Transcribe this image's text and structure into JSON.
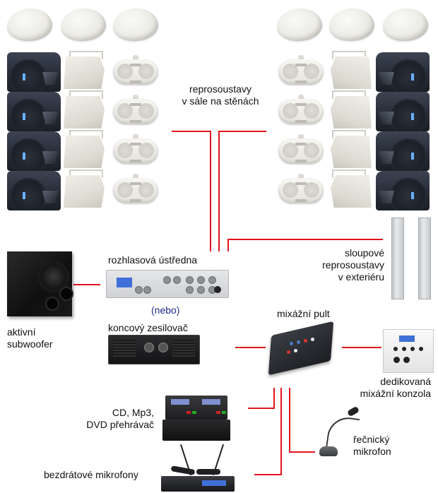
{
  "diagram": {
    "title": "Audio system connection diagram",
    "wire_color": "#e0141c",
    "nodes": {
      "wall_speakers": {
        "label_line1": "reprosoustavy",
        "label_line2": "v sále na stěnách",
        "count_left": 15,
        "count_right": 15
      },
      "column_speakers": {
        "label_line1": "sloupové",
        "label_line2": "reprosoustavy",
        "label_line3": "v exteriéru",
        "count": 2
      },
      "pa_mixer_amp": {
        "label": "rozhlasová ústředna"
      },
      "or_label": {
        "label": "(nebo)",
        "color": "#1f2a8a"
      },
      "power_amp": {
        "label": "koncový zesilovač"
      },
      "subwoofer": {
        "label_line1": "aktivní",
        "label_line2": "subwoofer"
      },
      "mixer": {
        "label": "mixážní pult"
      },
      "dedicated_console": {
        "label_line1": "dedikovaná",
        "label_line2": "mixážní konzola"
      },
      "media_player": {
        "label_line1": "CD, Mp3,",
        "label_line2": "DVD přehrávač"
      },
      "wireless_mics": {
        "label": "bezdrátové mikrofony"
      },
      "podium_mic": {
        "label_line1": "řečnický",
        "label_line2": "mikrofon"
      }
    },
    "edges": [
      {
        "from": "pa_mixer_amp",
        "to": "wall_speakers_left"
      },
      {
        "from": "pa_mixer_amp",
        "to": "wall_speakers_right"
      },
      {
        "from": "pa_mixer_amp",
        "to": "column_speakers"
      },
      {
        "from": "subwoofer",
        "to": "pa_mixer_amp"
      },
      {
        "from": "power_amp",
        "to": "mixer"
      },
      {
        "from": "mixer",
        "to": "dedicated_console"
      },
      {
        "from": "mixer",
        "to": "media_player"
      },
      {
        "from": "mixer",
        "to": "wireless_mics"
      },
      {
        "from": "mixer",
        "to": "podium_mic"
      }
    ]
  }
}
